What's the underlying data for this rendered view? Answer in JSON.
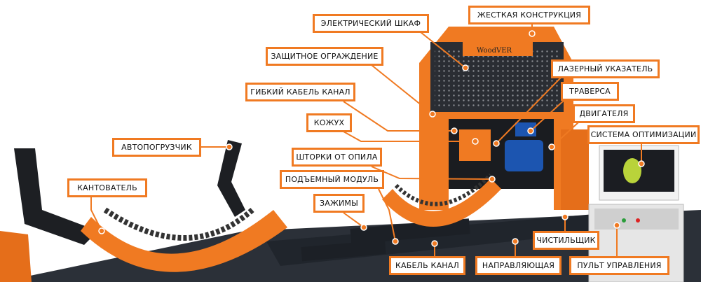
{
  "brand": "WoodVER",
  "accent_color": "#f07a22",
  "labels": {
    "rigid_frame": "ЖЕСТКАЯ КОНСТРУКЦИЯ",
    "electric_cabinet": "ЭЛЕКТРИЧЕСКИЙ ШКАФ",
    "guard": "ЗАЩИТНОЕ ОГРАЖДЕНИЕ",
    "flex_cable": "ГИБКИЙ КАБЕЛЬ КАНАЛ",
    "cover": "КОЖУХ",
    "laser": "ЛАЗЕРНЫЙ УКАЗАТЕЛЬ",
    "traverse": "ТРАВЕРСА",
    "motors": "ДВИГАТЕЛЯ",
    "optimization": "СИСТЕМА ОПТИМИЗАЦИИ",
    "autoloader": "АВТОПОГРУЗЧИК",
    "sawdust_curtains": "ШТОРКИ ОТ ОПИЛА",
    "lift_module": "ПОДЪЕМНЫЙ МОДУЛЬ",
    "turner": "КАНТОВАТЕЛЬ",
    "clamps": "ЗАЖИМЫ",
    "cleaner": "ЧИСТИЛЬЩИК",
    "cable_channel": "КАБЕЛЬ КАНАЛ",
    "guide": "НАПРАВЛЯЮЩАЯ",
    "control_panel": "ПУЛЬТ УПРАВЛЕНИЯ"
  }
}
